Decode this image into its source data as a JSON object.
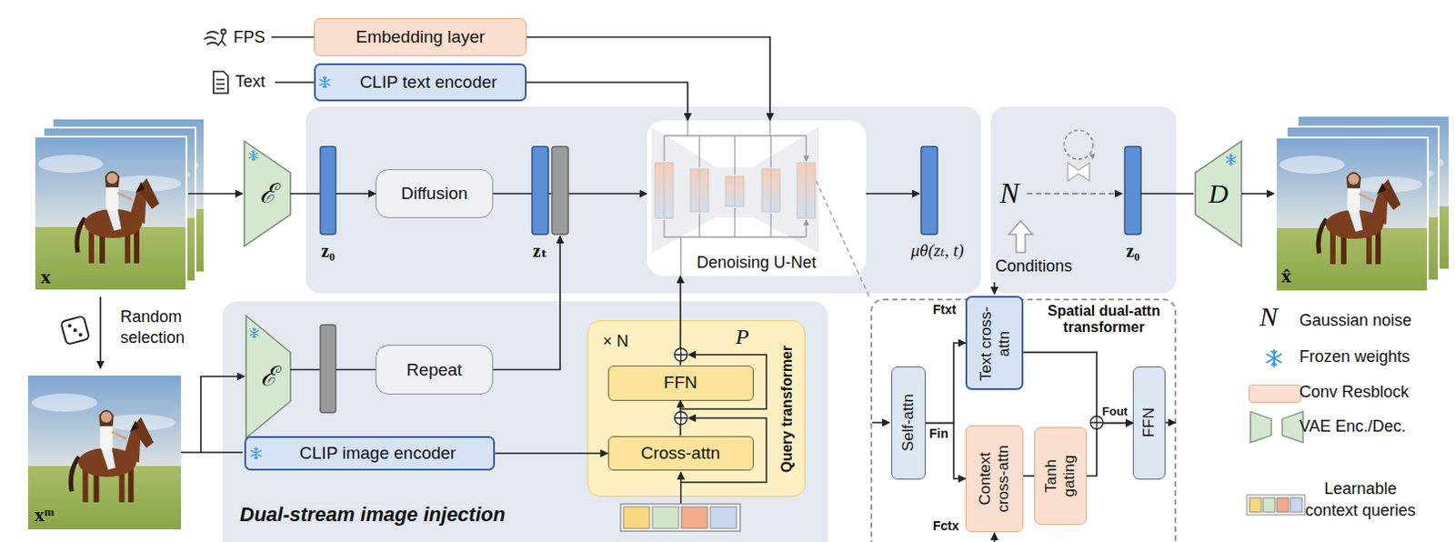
{
  "diagram": {
    "nodes": [
      {
        "text": [
          "Embedding layer"
        ]
      },
      {
        "text": [
          "CLIP text encoder"
        ]
      },
      {
        "text": [
          "ℰ"
        ]
      },
      {
        "text": [
          "Diffusion"
        ]
      },
      {
        "text": [
          "Denoising U-Net"
        ]
      },
      {
        "text": [
          "D"
        ]
      },
      {
        "text": [
          "Dual-stream image injection"
        ]
      },
      {
        "text": [
          "ℰ"
        ],
        "in": 6
      },
      {
        "text": [
          "Repeat"
        ],
        "in": 6
      },
      {
        "text": [
          "CLIP image encoder"
        ],
        "in": 6
      },
      {
        "text": [
          "× N",
          "P",
          "Query transformer"
        ],
        "in": 6
      },
      {
        "text": [
          "FFN"
        ],
        "in": 10
      },
      {
        "text": [
          "Cross-attn"
        ],
        "in": 10
      },
      {
        "text": [
          "Spatial dual-attn transformer"
        ]
      },
      {
        "text": [
          "Self-attn"
        ],
        "in": 13
      },
      {
        "text": [
          "Text cross-attn"
        ],
        "in": 13
      },
      {
        "text": [
          "Context cross-attn"
        ],
        "in": 13
      },
      {
        "text": [
          "Tanh gating"
        ],
        "in": 13
      },
      {
        "text": [
          "FFN"
        ],
        "in": 13
      }
    ],
    "edges": [
      {
        "from": 0,
        "to": 4,
        "arrow": "to"
      },
      {
        "from": 1,
        "to": 4,
        "arrow": "to"
      },
      {
        "from": 2,
        "to": 3,
        "arrow": "to"
      },
      {
        "from": 3,
        "to": 4,
        "arrow": "to"
      },
      {
        "from": 7,
        "to": 8,
        "arrow": "none"
      },
      {
        "from": 9,
        "to": 12,
        "arrow": "to"
      },
      {
        "from": 12,
        "to": 11,
        "arrow": "to"
      },
      {
        "from": 11,
        "to": 4,
        "arrow": "to"
      },
      {
        "from": 14,
        "to": 15,
        "arrow": "to"
      },
      {
        "from": 14,
        "to": 16,
        "arrow": "to"
      },
      {
        "from": 16,
        "to": 17,
        "arrow": "none"
      },
      {
        "from": 15,
        "to": 18,
        "arrow": "to"
      },
      {
        "from": 17,
        "to": 18,
        "arrow": "to"
      }
    ],
    "labels": [
      "FPS",
      "Text",
      "x",
      "Random selection",
      "xᵐ",
      "z₀",
      "zₜ",
      "μθ(zₜ, t)",
      "N",
      "Conditions",
      "z₀",
      "x̂",
      "Ftxt",
      "Fin",
      "Fout",
      "Fctx",
      "N"
    ],
    "legend": [
      {
        "text": "Gaussian noise"
      },
      {
        "text": "Frozen weights"
      },
      {
        "text": "Conv Resblock",
        "color": "#fbdfcf"
      },
      {
        "text": "VAE Enc./Dec."
      },
      {
        "text": "Learnable context queries"
      }
    ]
  }
}
